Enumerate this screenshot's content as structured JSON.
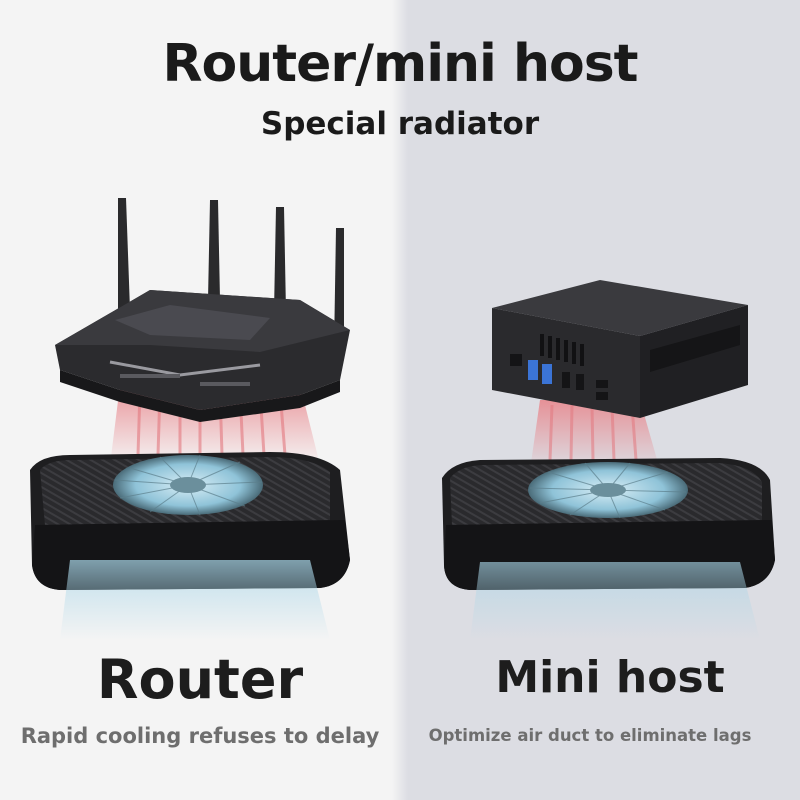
{
  "header": {
    "title": "Router/mini host",
    "subtitle": "Special radiator"
  },
  "router": {
    "label": "Router",
    "caption": "Rapid cooling refuses to delay"
  },
  "mini_host": {
    "label": "Mini host",
    "caption": "Optimize air duct to eliminate lags"
  },
  "colors": {
    "left_bg": "#f4f4f4",
    "right_bg": "#dcdde3",
    "device_black": "#1e1e20",
    "fan_blue": "#a9d6e8",
    "hot_air": "#e8848a",
    "cool_air": "#bfe3f2"
  }
}
